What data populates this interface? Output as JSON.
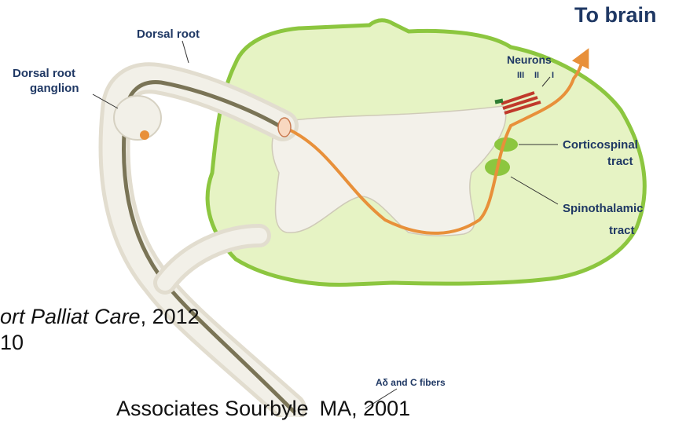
{
  "labels": {
    "to_brain": "To brain",
    "dorsal_root": "Dorsal root",
    "dorsal_root_ganglion_line1": "Dorsal root",
    "dorsal_root_ganglion_line2": "ganglion",
    "neurons": "Neurons",
    "lamina_3": "III",
    "lamina_2": "II",
    "lamina_1": "I",
    "corticospinal_line1": "Corticospinal",
    "corticospinal_line2": "tract",
    "spinothalamic_line1": "Spinothalamic",
    "spinothalamic_line2": "tract",
    "fibers": "Aδ and C fibers"
  },
  "citation": {
    "line1_italic": "ort Palliat Care",
    "line1_rest": ", 2012",
    "line2": "10",
    "line3": "Associates Sourbyle",
    "line3_end": "MA, 2001"
  },
  "colors": {
    "label_text": "#1f3864",
    "cord_fill": "#e6f3c4",
    "cord_edge": "#8cc63f",
    "grey_matter": "#f3f1ea",
    "nerve_fill": "#f2f0e8",
    "nerve_core": "#7a7456",
    "fiber": "#e8903a",
    "tract": "#8cc63f",
    "neuron_red": "#c0392b"
  }
}
